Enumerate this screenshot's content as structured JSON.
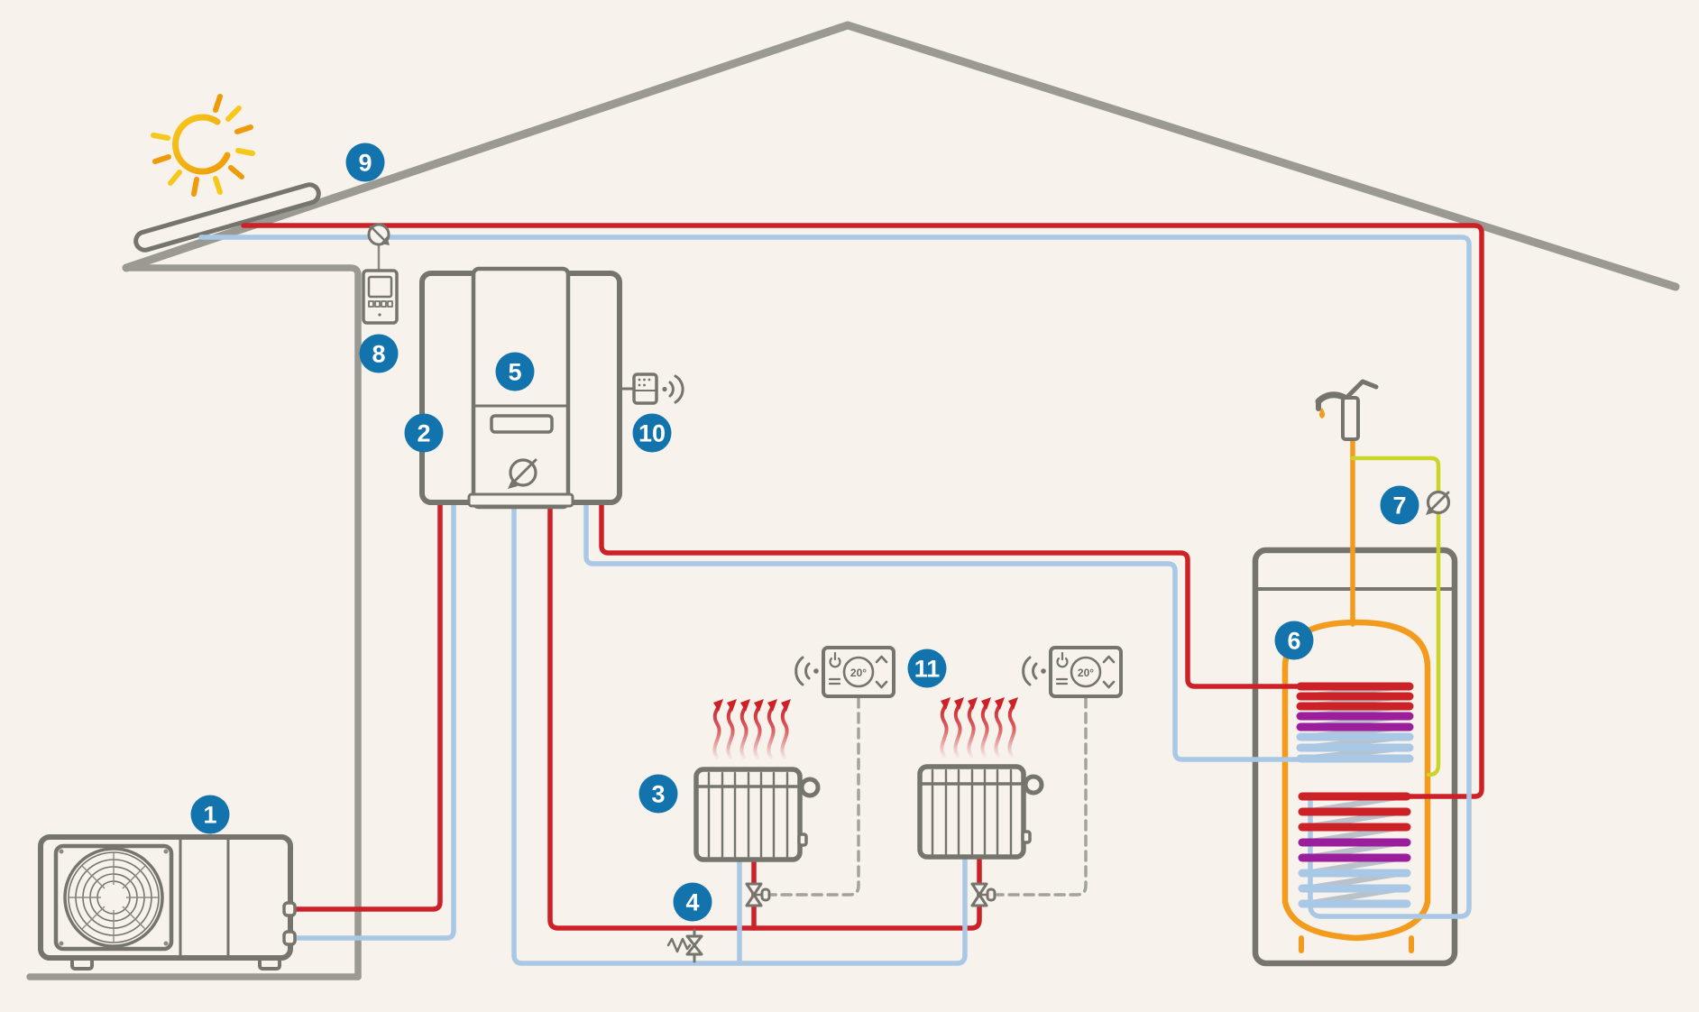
{
  "badges": [
    "1",
    "2",
    "3",
    "4",
    "5",
    "6",
    "7",
    "8",
    "9",
    "10",
    "11"
  ],
  "thermostats": [
    {
      "reading": "20°"
    },
    {
      "reading": "20°"
    }
  ],
  "colors": {
    "background": "#f7f2ec",
    "outline": "#9a9992",
    "device": "#75746d",
    "pipe_hot": "#cd2128",
    "pipe_cold": "#a9c8e5",
    "pipe_dhw": "#f39b1c",
    "pipe_circulation": "#cbd527",
    "coil_mid": "#9b1f9c",
    "badge": "#1373ad",
    "sun_yellow": "#f6c81c",
    "sun_orange": "#ee9b09",
    "coil_back": "#b9c2ca",
    "dashed": "#a3a29b"
  },
  "icons": [
    "sun-icon",
    "solar-panel-icon",
    "temperature-sensor-icon",
    "controller-icon",
    "outdoor-heat-pump-icon",
    "fan-grille-icon",
    "indoor-unit-icon",
    "pump-icon",
    "wireless-module-icon",
    "wifi-signal-icon",
    "radiator-icon",
    "heat-waves-icon",
    "thermostat-icon",
    "power-icon",
    "menu-icon",
    "chevron-up-icon",
    "chevron-down-icon",
    "trv-valve-icon",
    "bypass-valve-icon",
    "storage-tank-icon",
    "coil-icon",
    "faucet-icon",
    "water-drop-icon"
  ]
}
